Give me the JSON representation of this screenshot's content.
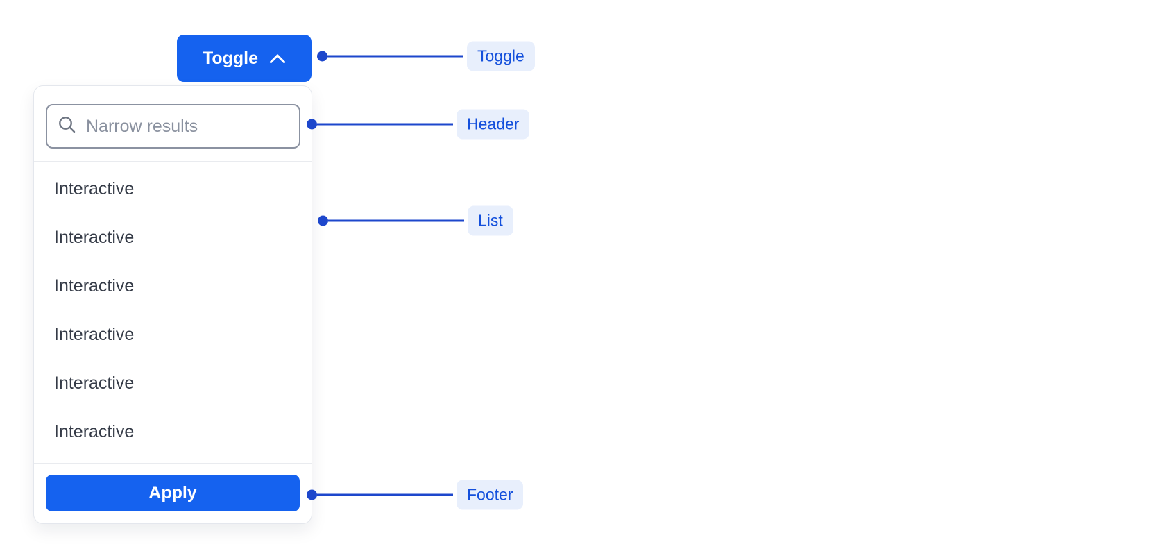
{
  "colors": {
    "accent_blue": "#1562ef",
    "annotation_blue": "#1d47cc",
    "annotation_label_blue": "#1450dc",
    "annotation_pill_bg": "#e8effc",
    "list_text": "#353b47",
    "muted_text": "#8a919f",
    "input_border": "#8b92a1",
    "panel_border": "#e4e7ed",
    "divider": "#e9ebef"
  },
  "toggle_button": {
    "label": "Toggle",
    "state_icon": "chevron-up-icon",
    "expanded": true
  },
  "panel": {
    "header": {
      "search": {
        "icon": "search-icon",
        "placeholder": "Narrow results",
        "value": ""
      }
    },
    "list": {
      "items": [
        "Interactive",
        "Interactive",
        "Interactive",
        "Interactive",
        "Interactive",
        "Interactive"
      ]
    },
    "footer": {
      "apply_label": "Apply"
    }
  },
  "annotations": {
    "toggle": {
      "label": "Toggle"
    },
    "header": {
      "label": "Header"
    },
    "list": {
      "label": "List"
    },
    "footer": {
      "label": "Footer"
    }
  }
}
